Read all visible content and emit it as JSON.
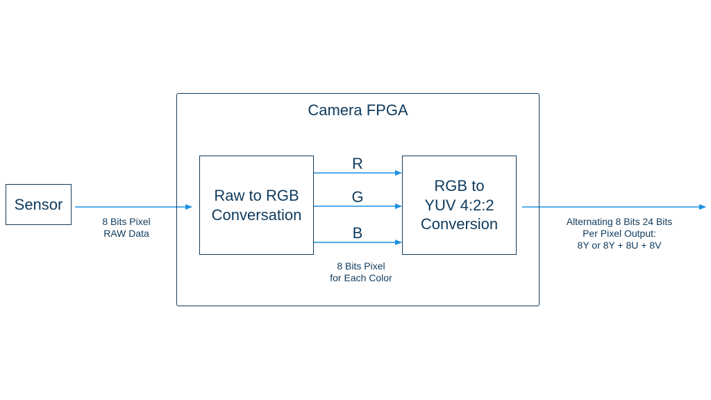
{
  "colors": {
    "box_border": "#0f3a5c",
    "text": "#0f3a5c",
    "arrow": "#1a8fe0"
  },
  "diagram": {
    "container": {
      "title": "Camera FPGA"
    },
    "nodes": {
      "sensor": {
        "label": "Sensor"
      },
      "raw_to_rgb": {
        "line1": "Raw to RGB",
        "line2": "Conversation"
      },
      "rgb_to_yuv": {
        "line1": "RGB to",
        "line2": "YUV 4:2:2",
        "line3": "Conversion"
      }
    },
    "edges": {
      "sensor_to_raw": {
        "line1": "8 Bits Pixel",
        "line2": "RAW Data"
      },
      "channels": [
        {
          "label": "R"
        },
        {
          "label": "G"
        },
        {
          "label": "B"
        }
      ],
      "channels_caption": {
        "line1": "8 Bits Pixel",
        "line2": "for Each Color"
      },
      "output": {
        "line1": "Alternating 8 Bits 24 Bits",
        "line2": "Per Pixel Output:",
        "line3": "8Y or 8Y + 8U + 8V"
      }
    }
  }
}
